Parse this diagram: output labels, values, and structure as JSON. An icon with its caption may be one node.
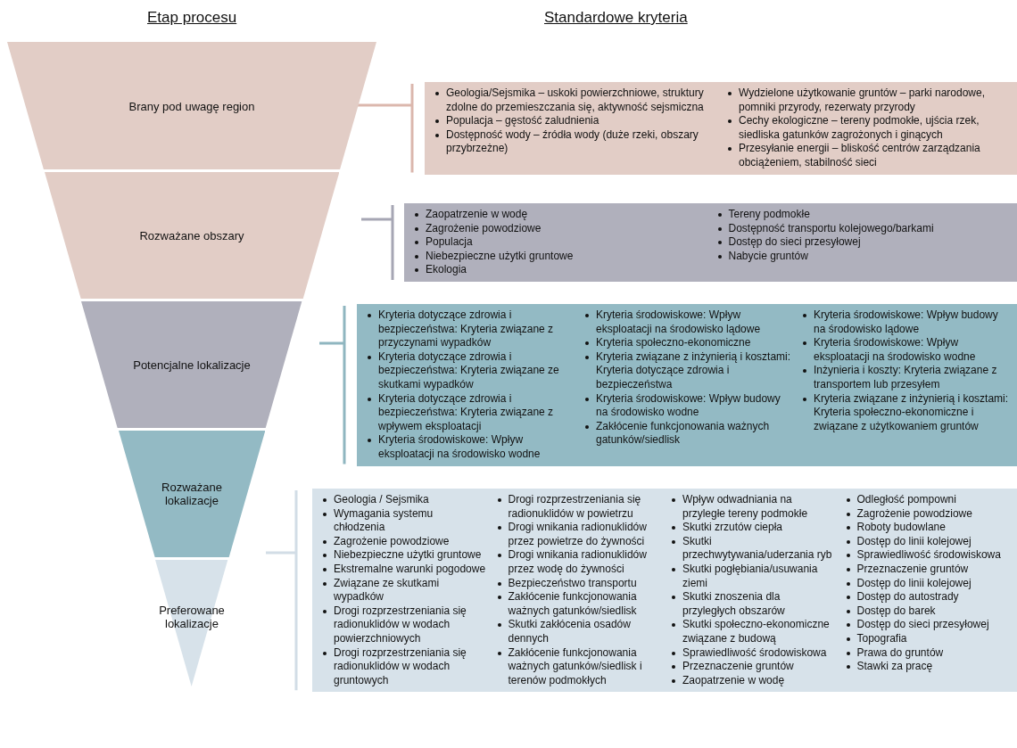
{
  "diagram": {
    "nodes": [
      {
        "text": [
          "Brany pod uwagę region"
        ]
      },
      {
        "text": [
          "Rozważane obszary"
        ]
      },
      {
        "text": [
          "Potencjalne lokalizacje"
        ]
      },
      {
        "text": [
          "Rozważane lokalizacje"
        ]
      },
      {
        "text": [
          "Preferowane lokalizacje"
        ]
      },
      {
        "text": [
          "Geologia/Sejsmika – uskoki powierzchniowe, struktury zdolne do przemieszczania się, aktywność sejsmiczna",
          "Populacja – gęstość zaludnienia",
          "Dostępność wody – źródła wody (duże rzeki, obszary przybrzeżne)",
          "Wydzielone użytkowanie gruntów – parki narodowe, pomniki przyrody, rezerwaty przyrody",
          "Cechy ekologiczne – tereny podmokłe, ujścia rzek, siedliska gatunków zagrożonych i ginących",
          "Przesyłanie energii – bliskość centrów zarządzania obciążeniem, stabilność sieci"
        ]
      },
      {
        "text": [
          "Zaopatrzenie w wodę",
          "Zagrożenie powodziowe",
          "Populacja",
          "Niebezpieczne użytki gruntowe",
          "Ekologia",
          "Tereny podmokłe",
          "Dostępność transportu kolejowego/barkami",
          "Dostęp do sieci przesyłowej",
          "Nabycie gruntów"
        ]
      },
      {
        "text": [
          "Kryteria dotyczące zdrowia i bezpieczeństwa: Kryteria związane z przyczynami wypadków",
          "Kryteria dotyczące zdrowia i bezpieczeństwa: Kryteria związane ze skutkami wypadków",
          "Kryteria dotyczące zdrowia i bezpieczeństwa: Kryteria związane z wpływem eksploatacji",
          "Kryteria środowiskowe: Wpływ eksploatacji na środowisko wodne",
          "Kryteria środowiskowe: Wpływ eksploatacji na środowisko lądowe",
          "Kryteria społeczno-ekonomiczne",
          "Kryteria związane z inżynierią i kosztami: Kryteria dotyczące zdrowia i bezpieczeństwa",
          "Kryteria środowiskowe: Wpływ budowy na środowisko wodne",
          "Zakłócenie funkcjonowania ważnych gatunków/siedlisk",
          "Kryteria środowiskowe: Wpływ budowy na środowisko lądowe",
          "Kryteria środowiskowe: Wpływ eksploatacji na środowisko wodne",
          "Inżynieria i koszty: Kryteria związane z transportem lub przesyłem",
          "Kryteria związane z inżynierią i kosztami: Kryteria społeczno-ekonomiczne i związane z użytkowaniem gruntów"
        ]
      },
      {
        "text": [
          "Geologia / Sejsmika",
          "Wymagania systemu chłodzenia",
          "Zagrożenie powodziowe",
          "Niebezpieczne użytki gruntowe",
          "Ekstremalne warunki pogodowe",
          "Związane ze skutkami wypadków",
          "Drogi rozprzestrzeniania się radionuklidów w wodach powierzchniowych",
          "Drogi rozprzestrzeniania się radionuklidów w wodach gruntowych",
          "Drogi rozprzestrzeniania się radionuklidów w powietrzu",
          "Drogi wnikania radionuklidów przez powietrze do żywności",
          "Drogi wnikania radionuklidów przez wodę do żywności",
          "Bezpieczeństwo transportu",
          "Zakłócenie funkcjonowania ważnych gatunków/siedlisk",
          "Skutki zakłócenia osadów dennych",
          "Zakłócenie funkcjonowania ważnych gatunków/siedlisk i terenów podmokłych",
          "Wpływ odwadniania na przyległe tereny podmokłe",
          "Skutki zrzutów ciepła",
          "Skutki przechwytywania/uderzania ryb",
          "Skutki pogłębiania/usuwania ziemi",
          "Skutki znoszenia dla przyległych obszarów",
          "Skutki społeczno-ekonomiczne związane z budową",
          "Sprawiedliwość środowiskowa",
          "Przeznaczenie gruntów",
          "Zaopatrzenie w wodę",
          "Odległość pompowni",
          "Zagrożenie powodziowe",
          "Roboty budowlane",
          "Dostęp do linii kolejowej",
          "Sprawiedliwość środowiskowa",
          "Przeznaczenie gruntów",
          "Dostęp do linii kolejowej",
          "Dostęp do autostrady",
          "Dostęp do barek",
          "Dostęp do sieci przesyłowej",
          "Topografia",
          "Prawa do gruntów",
          "Stawki za pracę"
        ]
      }
    ],
    "labels": [
      "Etap procesu",
      "Standardowe kryteria"
    ]
  }
}
